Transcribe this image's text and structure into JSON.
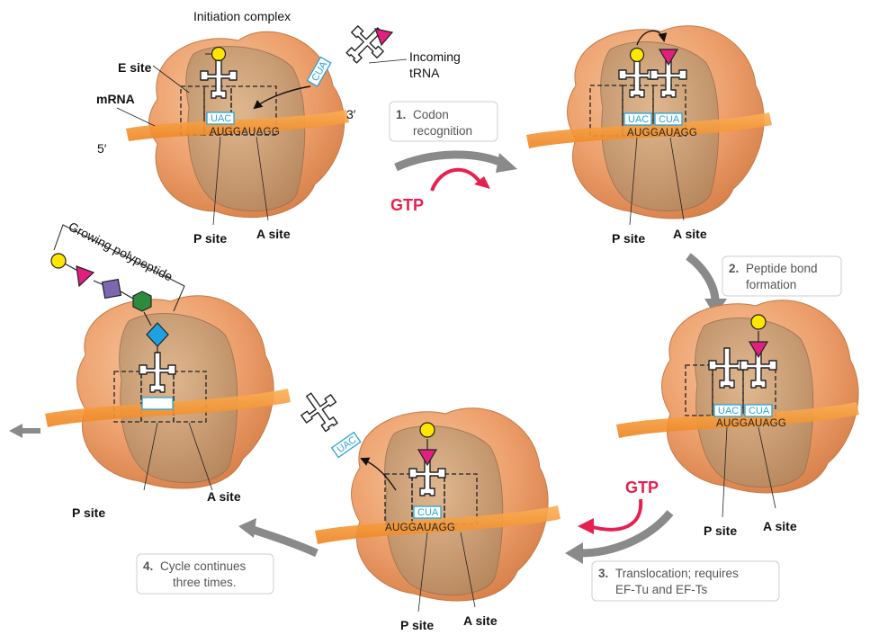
{
  "labels": {
    "initiation_complex": "Initiation complex",
    "incoming_trna": [
      "Incoming",
      "tRNA"
    ],
    "e_site": "E site",
    "mrna": "mRNA",
    "five_prime": "5′",
    "three_prime": "3′",
    "p_site": "P site",
    "a_site": "A site",
    "growing_polypeptide": "Growing polypeptide",
    "gtp": "GTP"
  },
  "sequences": {
    "mrna": "AUGGAUAGG",
    "anticodon_uac": "UAC",
    "anticodon_cua": "CUA"
  },
  "steps": [
    {
      "number": "1.",
      "lines": [
        "Codon",
        "recognition"
      ]
    },
    {
      "number": "2.",
      "lines": [
        "Peptide bond",
        "formation"
      ]
    },
    {
      "number": "3.",
      "lines": [
        "Translocation; requires",
        "EF-Tu and EF-Ts"
      ]
    },
    {
      "number": "4.",
      "lines": [
        "Cycle continues",
        "three times."
      ]
    }
  ],
  "colors": {
    "ribosome_large": "#eda06c",
    "ribosome_small": "#c89a6e",
    "mrna": "#f7942c",
    "trna": "#ffffff",
    "codon_box": "#2aa3d6",
    "gtp": "#e8204f",
    "arrow": "#8a8a8a",
    "aa_circle": "#ffe600",
    "aa_triangle": "#e01f7f",
    "aa_square": "#7b68b0",
    "aa_hexagon": "#2e8b3e",
    "aa_diamond": "#1fa0e0"
  }
}
